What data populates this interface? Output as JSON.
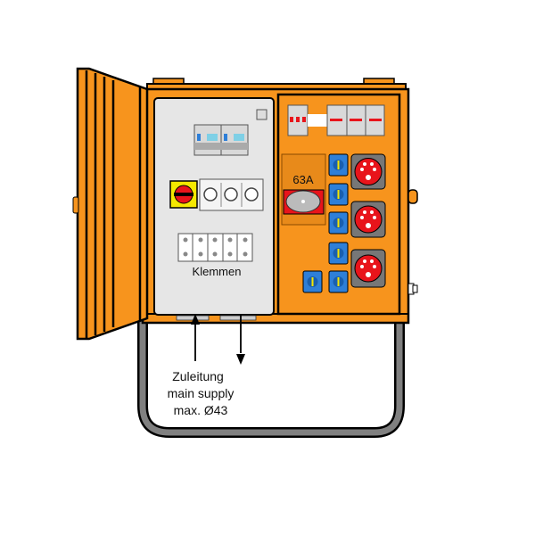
{
  "diagram": {
    "rating_label": "63A",
    "terminals_label": "Klemmen",
    "supply_label": [
      "Zuleitung",
      "main supply",
      "max. Ø43"
    ],
    "colors": {
      "housing": "#F7941D",
      "panel": "#E6E6E6",
      "frame": "#808080",
      "socket_blue": "#2E7FD8",
      "socket_red": "#E8141B",
      "switch_yellow": "#F5E800"
    }
  }
}
